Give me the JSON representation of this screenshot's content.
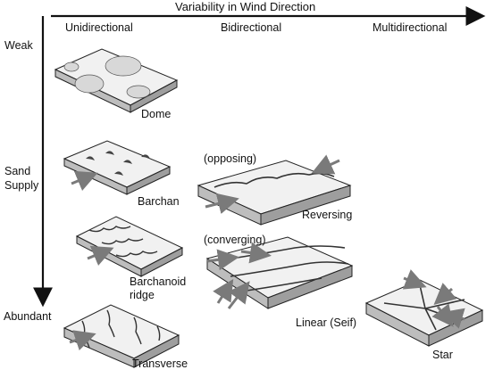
{
  "title": "Variability in Wind Direction",
  "columns": [
    "Unidirectional",
    "Bidirectional",
    "Multidirectional"
  ],
  "sand_supply": {
    "top": "Weak",
    "middle_line1": "Sand",
    "middle_line2": "Supply",
    "bottom": "Abundant"
  },
  "dunes": {
    "dome": "Dome",
    "barchan": "Barchan",
    "barchanoid_line1": "Barchanoid",
    "barchanoid_line2": "ridge",
    "transverse": "Transverse",
    "reversing_qualifier": "(opposing)",
    "reversing": "Reversing",
    "linear_qualifier": "(converging)",
    "linear": "Linear (Seif)",
    "star": "Star"
  },
  "colors": {
    "ink": "#111111",
    "arrow": "#7a7a7a",
    "surface": "#f1f1f1",
    "side": "#bdbdbd"
  }
}
